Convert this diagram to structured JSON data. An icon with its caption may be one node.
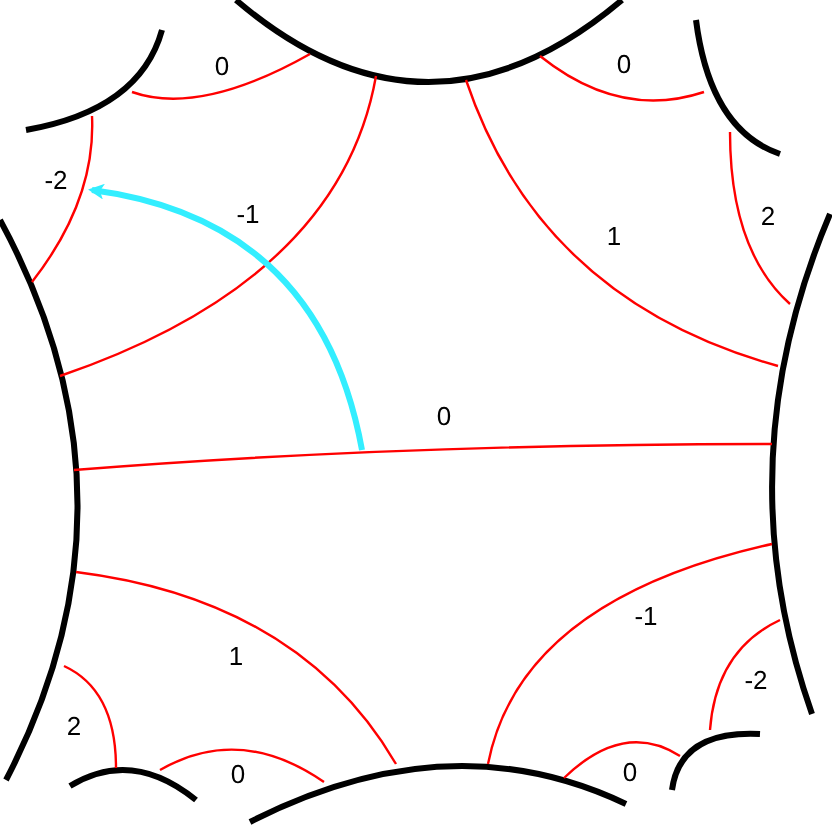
{
  "diagram": {
    "labels": [
      "0",
      "0",
      "-2",
      "-1",
      "2",
      "1",
      "0",
      "-1",
      "1",
      "-2",
      "2",
      "0",
      "0"
    ]
  }
}
